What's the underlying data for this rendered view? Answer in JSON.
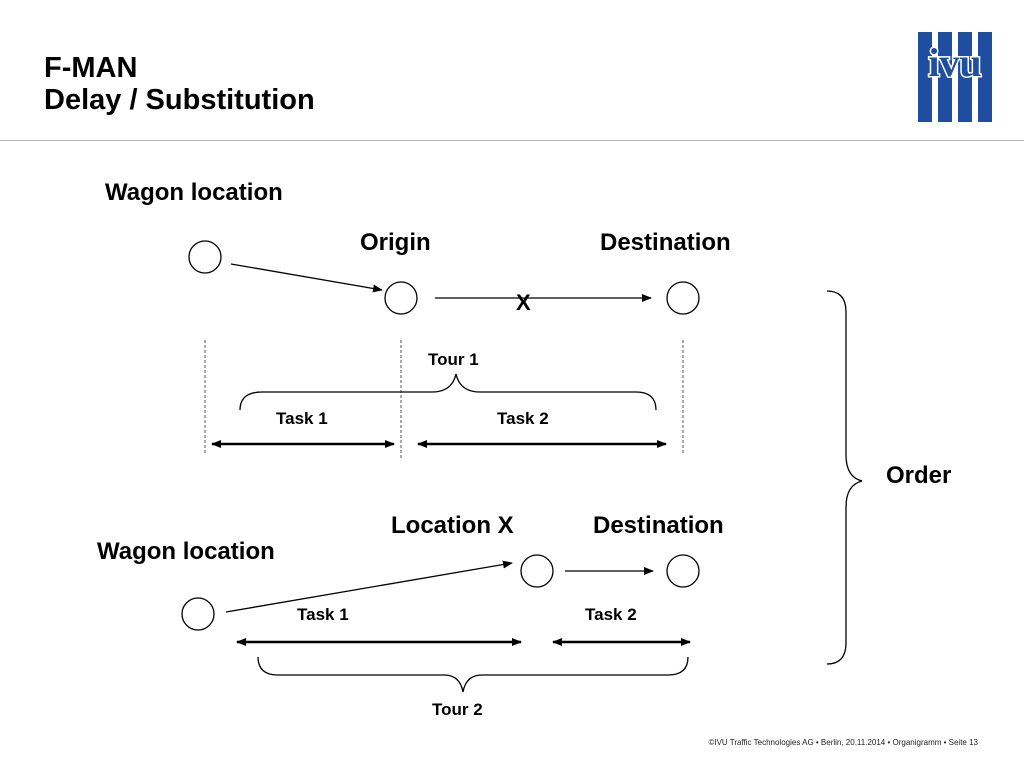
{
  "header": {
    "title_line1": "F-MAN",
    "title_line2": "Delay / Substitution"
  },
  "logo": {
    "text": "ivu",
    "stripe_color": "#1f4ea1"
  },
  "scenario_top": {
    "wagon_location": "Wagon location",
    "origin": "Origin",
    "destination": "Destination",
    "cancel_mark": "X",
    "tour": "Tour 1",
    "task1": "Task 1",
    "task2": "Task 2"
  },
  "order": "Order",
  "scenario_bottom": {
    "location_x": "Location X",
    "destination": "Destination",
    "wagon_location": "Wagon location",
    "task1": "Task 1",
    "task2": "Task 2",
    "tour": "Tour 2"
  },
  "footer": "©IVU Traffic Technologies AG • Berlin, 20.11.2014 • Organigramm • Seite 13"
}
